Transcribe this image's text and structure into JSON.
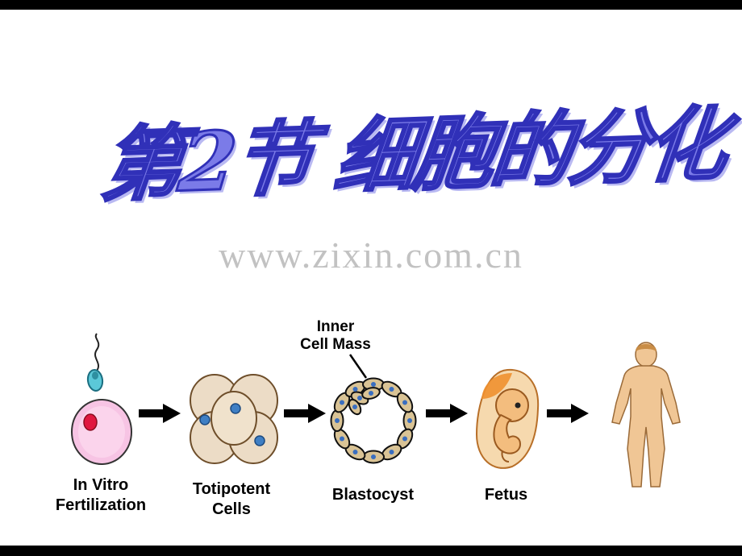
{
  "slide": {
    "title": "第2节 细胞的分化",
    "watermark": "www.zixin.com.cn"
  },
  "diagram": {
    "annotation": "Inner\nCell Mass",
    "stages": [
      {
        "label": "In Vitro\nFertilization"
      },
      {
        "label": "Totipotent\nCells"
      },
      {
        "label": "Blastocyst"
      },
      {
        "label": "Fetus"
      },
      {
        "label": ""
      }
    ]
  },
  "colors": {
    "title_blue": "#3030b8",
    "watermark_gray": "#c2c2c2",
    "egg_pink": "#f7c4e4",
    "sperm_teal": "#5bc8d8",
    "cell_tan": "#ecdcc6",
    "nucleus_blue": "#3f7fc4",
    "fetus_peach": "#f6d9ae",
    "skin_tan": "#f0c695",
    "arrow_black": "#000000"
  }
}
